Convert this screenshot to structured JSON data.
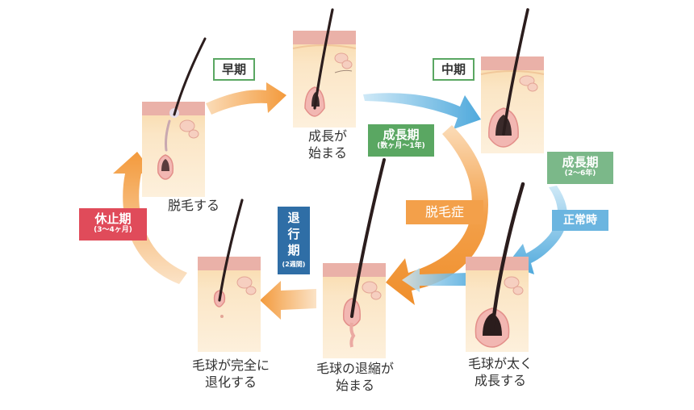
{
  "stages": {
    "s1": "成長が\n始まる",
    "s2_line1": "毛球が太く",
    "s2_line2": "成長する",
    "s3_line1": "毛球の退縮が",
    "s3_line2": "始まる",
    "s4_line1": "毛球が完全に",
    "s4_line2": "退化する",
    "s5": "脱毛する"
  },
  "labels": {
    "early": "早期",
    "mid": "中期",
    "growth_center": {
      "title": "成長期",
      "sub": "(数ヶ月〜1年)"
    },
    "growth_right": {
      "title": "成長期",
      "sub": "(2〜6年)"
    },
    "normal": "正常時",
    "disorder": "脱毛症",
    "regression": {
      "title": "退行期",
      "sub": "(2週間)"
    },
    "rest": {
      "title": "休止期",
      "sub": "(3〜4ヶ月)"
    }
  },
  "colors": {
    "orange": "#f3a04a",
    "blue": "#62b3de",
    "green": "#5aa762",
    "light_green": "#7bb889",
    "dark_blue": "#2f6ea6",
    "red": "#e04b5a",
    "skin": "#fbe7c8",
    "epidermis": "#eab1a8"
  }
}
